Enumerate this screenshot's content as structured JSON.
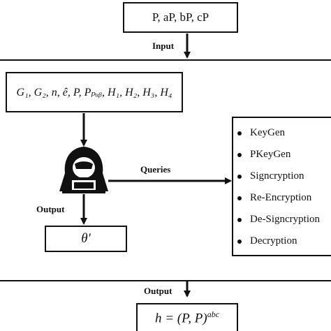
{
  "input_box": {
    "text": "P, aP, bP, cP"
  },
  "input_label": "Input",
  "params_box": {
    "text": "G₁, G₂, n, ê, P, Pₚᵤᵦ, H₁, H₂, H₃, H₄"
  },
  "queries_label": "Queries",
  "output_label_inner": "Output",
  "theta_box": {
    "text": "θ′"
  },
  "oracle_list": [
    "KeyGen",
    "PKeyGen",
    "Signcryption",
    "Re-Encryption",
    "De-Signcryption",
    "Decryption"
  ],
  "output_label_outer": "Output",
  "result_box": {
    "lhs": "h = (P, P)",
    "sup": "abc"
  },
  "icons": {
    "adversary": "hooded-hacker-icon"
  }
}
